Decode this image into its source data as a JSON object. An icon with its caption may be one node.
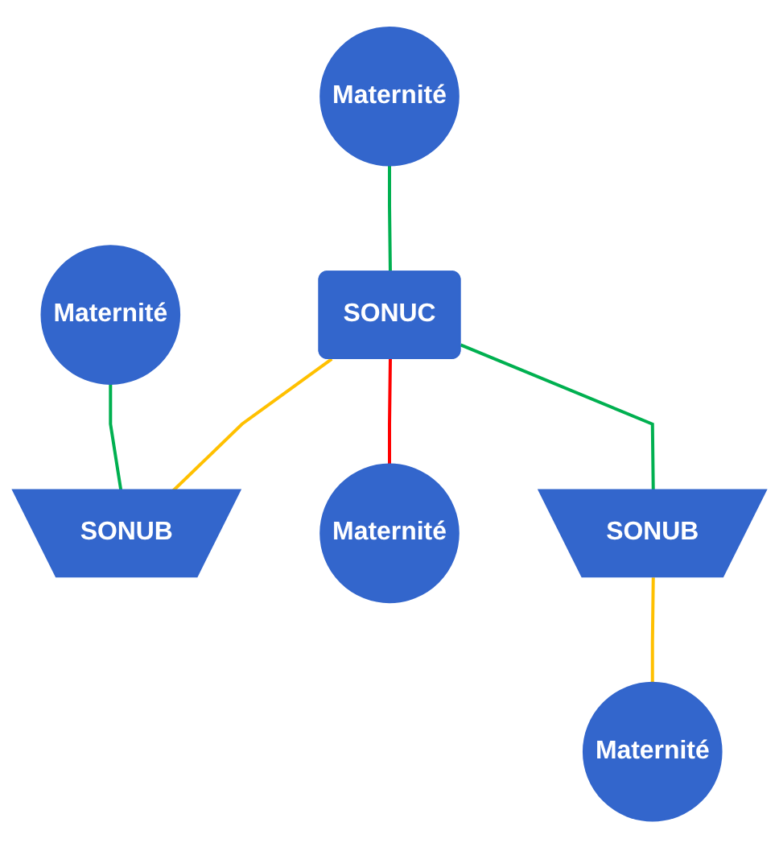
{
  "diagram": {
    "nodes": [
      {
        "text": [
          "Maternité"
        ]
      },
      {
        "text": [
          "Maternité"
        ]
      },
      {
        "text": [
          "SONUB"
        ]
      },
      {
        "text": [
          "SONUC"
        ]
      },
      {
        "text": [
          "Maternité"
        ]
      },
      {
        "text": [
          "SONUB"
        ]
      },
      {
        "text": [
          "Maternité"
        ]
      }
    ],
    "edges": [
      {
        "from": 0,
        "to": 3,
        "arrow": "none"
      },
      {
        "from": 1,
        "to": 2,
        "arrow": "none"
      },
      {
        "from": 3,
        "to": 2,
        "arrow": "none",
        "color": "#ffc000"
      },
      {
        "from": 3,
        "to": 4,
        "arrow": "none",
        "color": "#ff0000"
      },
      {
        "from": 3,
        "to": 5,
        "arrow": "none"
      },
      {
        "from": 5,
        "to": 6,
        "arrow": "none",
        "color": "#ffc000"
      }
    ]
  }
}
